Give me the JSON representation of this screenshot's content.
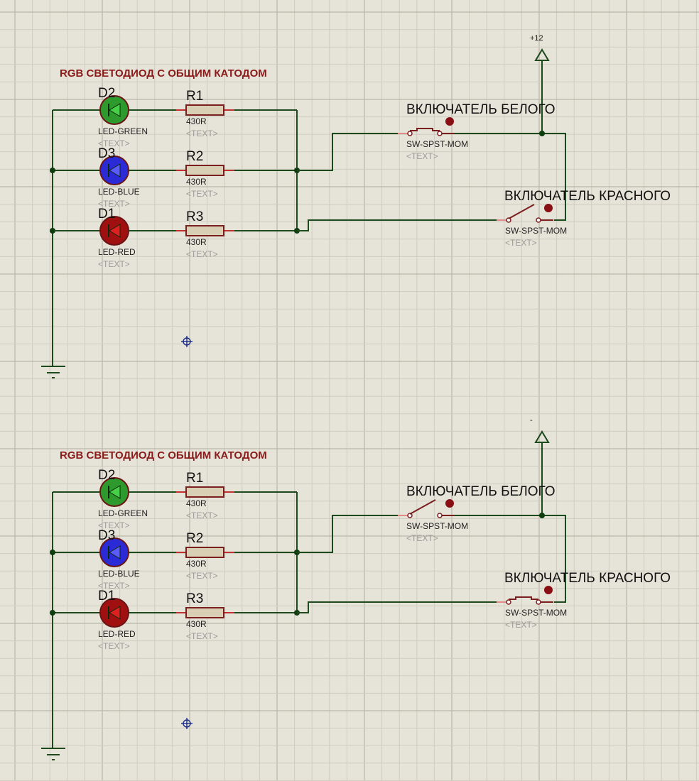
{
  "schematics": [
    {
      "id": "top",
      "title": "RGB СВЕТОДИОД С ОБЩИМ КАТОДОМ",
      "power_label": "+12",
      "leds": [
        {
          "ref": "D2",
          "type": "LED-GREEN",
          "text": "<TEXT>",
          "color": "#2e9a2e",
          "inner": "#46d046"
        },
        {
          "ref": "D3",
          "type": "LED-BLUE",
          "text": "<TEXT>",
          "color": "#2a2ad6",
          "inner": "#5a5aff"
        },
        {
          "ref": "D1",
          "type": "LED-RED",
          "text": "<TEXT>",
          "color": "#a01010",
          "inner": "#e02020"
        }
      ],
      "resistors": [
        {
          "ref": "R1",
          "value": "430R",
          "text": "<TEXT>"
        },
        {
          "ref": "R2",
          "value": "430R",
          "text": "<TEXT>"
        },
        {
          "ref": "R3",
          "value": "430R",
          "text": "<TEXT>"
        }
      ],
      "switches": [
        {
          "label": "ВКЛЮЧАТЕЛЬ БЕЛОГО",
          "type": "SW-SPST-MOM",
          "text": "<TEXT>",
          "state": "closed"
        },
        {
          "label": "ВКЛЮЧАТЕЛЬ КРАСНОГО",
          "type": "SW-SPST-MOM",
          "text": "<TEXT>",
          "state": "open"
        }
      ]
    },
    {
      "id": "bottom",
      "title": "RGB СВЕТОДИОД С ОБЩИМ КАТОДОМ",
      "power_label": "-",
      "leds": [
        {
          "ref": "D2",
          "type": "LED-GREEN",
          "text": "<TEXT>",
          "color": "#2e9a2e",
          "inner": "#46d046"
        },
        {
          "ref": "D3",
          "type": "LED-BLUE",
          "text": "<TEXT>",
          "color": "#2a2ad6",
          "inner": "#5a5aff"
        },
        {
          "ref": "D1",
          "type": "LED-RED",
          "text": "<TEXT>",
          "color": "#a01010",
          "inner": "#e02020"
        }
      ],
      "resistors": [
        {
          "ref": "R1",
          "value": "430R",
          "text": "<TEXT>"
        },
        {
          "ref": "R2",
          "value": "430R",
          "text": "<TEXT>"
        },
        {
          "ref": "R3",
          "value": "430R",
          "text": "<TEXT>"
        }
      ],
      "switches": [
        {
          "label": "ВКЛЮЧАТЕЛЬ БЕЛОГО",
          "type": "SW-SPST-MOM",
          "text": "<TEXT>",
          "state": "open"
        },
        {
          "label": "ВКЛЮЧАТЕЛЬ КРАСНОГО",
          "type": "SW-SPST-MOM",
          "text": "<TEXT>",
          "state": "closed"
        }
      ]
    }
  ]
}
